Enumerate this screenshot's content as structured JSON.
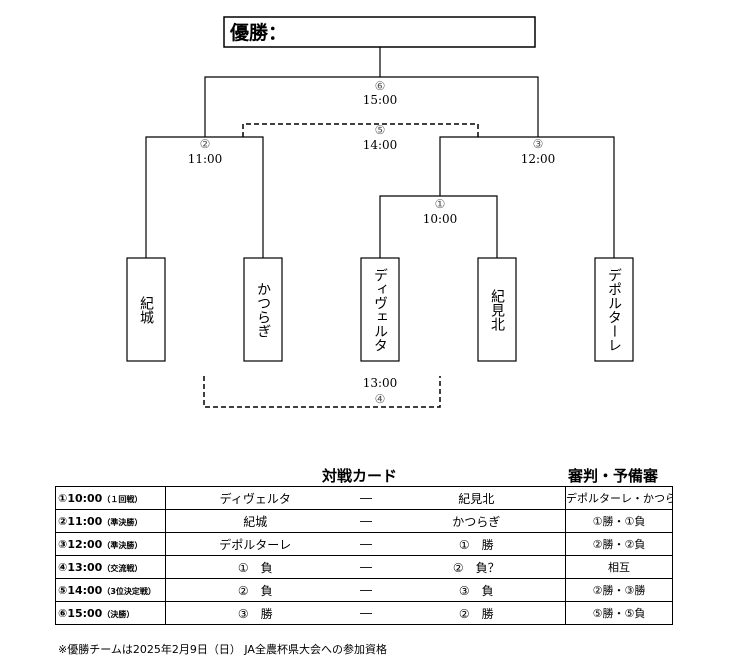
{
  "champion": {
    "label": "優勝："
  },
  "teams": [
    {
      "name": "紀城"
    },
    {
      "name": "かつらぎ"
    },
    {
      "name": "ディヴェルタ"
    },
    {
      "name": "紀見北"
    },
    {
      "name": "デポルターレ"
    }
  ],
  "matches": [
    {
      "num": "①",
      "time": "10:00"
    },
    {
      "num": "②",
      "time": "11:00"
    },
    {
      "num": "③",
      "time": "12:00"
    },
    {
      "num": "④",
      "time": "13:00"
    },
    {
      "num": "⑤",
      "time": "14:00"
    },
    {
      "num": "⑥",
      "time": "15:00"
    }
  ],
  "schedule": {
    "title": "対戦カード",
    "ref_title": "審判・予備審",
    "rows": [
      {
        "time": "①10:00",
        "round": "（１回戦）",
        "team_a": "ディヴェルタ",
        "vs": "―",
        "team_b": "紀見北",
        "referee": "デポルターレ・かつらぎ"
      },
      {
        "time": "②11:00",
        "round": "（準決勝）",
        "team_a": "紀城",
        "vs": "―",
        "team_b": "かつらぎ",
        "referee": "①勝・①負"
      },
      {
        "time": "③12:00",
        "round": "（準決勝）",
        "team_a": "デポルターレ",
        "vs": "―",
        "team_b": "①　勝",
        "referee": "②勝・②負"
      },
      {
        "time": "④13:00",
        "round": "（交流戦）",
        "team_a": "①　負",
        "vs": "―",
        "team_b": "②　負？",
        "referee": "相互"
      },
      {
        "time": "⑤14:00",
        "round": "（3位決定戦）",
        "team_a": "②　負",
        "vs": "―",
        "team_b": "③　負",
        "referee": "②勝・③勝"
      },
      {
        "time": "⑥15:00",
        "round": "（決勝）",
        "team_a": "③　勝",
        "vs": "―",
        "team_b": "②　勝",
        "referee": "⑤勝・⑤負"
      }
    ],
    "footnote": "※優勝チームは2025年2月9日（日） JA全農杯県大会への参加資格"
  }
}
